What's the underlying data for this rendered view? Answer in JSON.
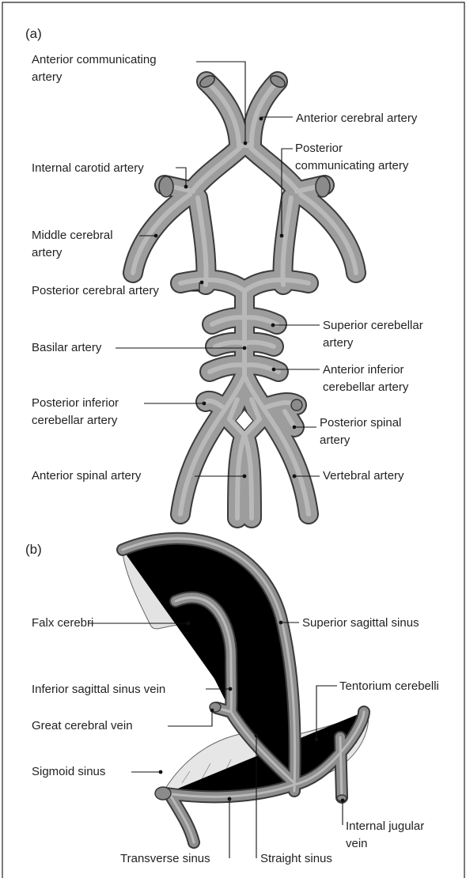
{
  "panel_a": {
    "label": "(a)",
    "labels": {
      "anterior_communicating_1": "Anterior communicating",
      "anterior_communicating_2": "artery",
      "anterior_cerebral": "Anterior cerebral artery",
      "posterior_communicating_1": "Posterior",
      "posterior_communicating_2": "communicating artery",
      "internal_carotid": "Internal carotid artery",
      "middle_cerebral_1": "Middle cerebral",
      "middle_cerebral_2": "artery",
      "posterior_cerebral": "Posterior cerebral artery",
      "superior_cerebellar_1": "Superior cerebellar",
      "superior_cerebellar_2": "artery",
      "basilar": "Basilar artery",
      "anterior_inferior_cerebellar_1": "Anterior inferior",
      "anterior_inferior_cerebellar_2": "cerebellar artery",
      "posterior_inferior_cerebellar_1": "Posterior inferior",
      "posterior_inferior_cerebellar_2": "cerebellar artery",
      "posterior_spinal_1": "Posterior spinal",
      "posterior_spinal_2": "artery",
      "anterior_spinal": "Anterior spinal artery",
      "vertebral": "Vertebral artery"
    }
  },
  "panel_b": {
    "label": "(b)",
    "labels": {
      "falx_cerebri": "Falx cerebri",
      "superior_sagittal_sinus": "Superior sagittal sinus",
      "inferior_sagittal_sinus_vein": "Inferior sagittal sinus vein",
      "tentorium_cerebelli": "Tentorium cerebelli",
      "great_cerebral_vein": "Great cerebral vein",
      "sigmoid_sinus": "Sigmoid sinus",
      "internal_jugular_1": "Internal jugular",
      "internal_jugular_2": "vein",
      "transverse_sinus": "Transverse sinus",
      "straight_sinus": "Straight sinus"
    }
  }
}
